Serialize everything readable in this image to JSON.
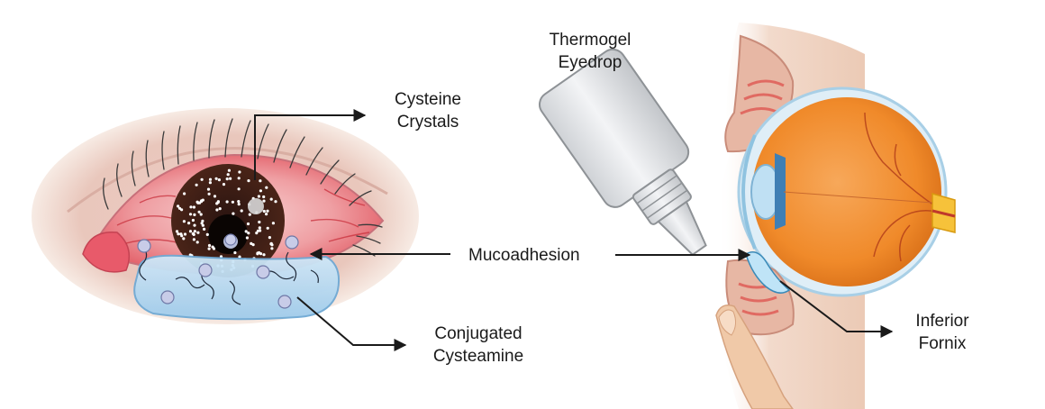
{
  "labels": {
    "cysteine_line1": "Cysteine",
    "cysteine_line2": "Crystals",
    "mucoadhesion": "Mucoadhesion",
    "conjugated_line1": "Conjugated",
    "conjugated_line2": "Cysteamine",
    "thermogel_line1": "Thermogel",
    "thermogel_line2": "Eyedrop",
    "inferior_line1": "Inferior",
    "inferior_line2": "Fornix"
  },
  "colors": {
    "sclera_red": "#e0505a",
    "iris_dark": "#3a1e16",
    "gel_blue": "#b9dcf2",
    "skin": "#f1d2bd",
    "eyeball_orange": "#f08a2a"
  }
}
